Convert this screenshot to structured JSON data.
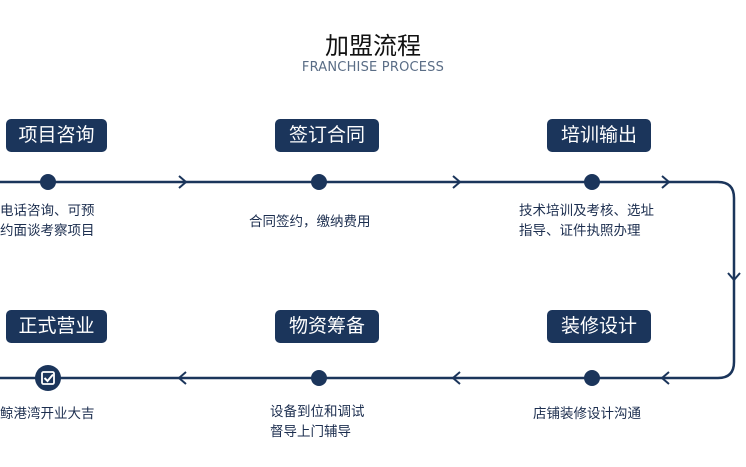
{
  "header": {
    "title": "加盟流程",
    "subtitle": "FRANCHISE PROCESS"
  },
  "steps": [
    {
      "label": "项目咨询",
      "desc": [
        "电话咨询、可预",
        "约面谈考察项目"
      ]
    },
    {
      "label": "签订合同",
      "desc": [
        "合同签约，缴纳费用"
      ]
    },
    {
      "label": "培训输出",
      "desc": [
        "技术培训及考核、选址",
        "指导、证件执照办理"
      ]
    },
    {
      "label": "装修设计",
      "desc": [
        "店铺装修设计沟通"
      ]
    },
    {
      "label": "物资筹备",
      "desc": [
        "设备到位和调试",
        "督导上门辅导"
      ]
    },
    {
      "label": "正式营业",
      "desc": [
        "鲸港湾开业大吉"
      ]
    }
  ],
  "colors": {
    "primary": "#1b355b",
    "text": "#1c2e4f"
  },
  "icons": {
    "final": "checkbox-icon"
  }
}
